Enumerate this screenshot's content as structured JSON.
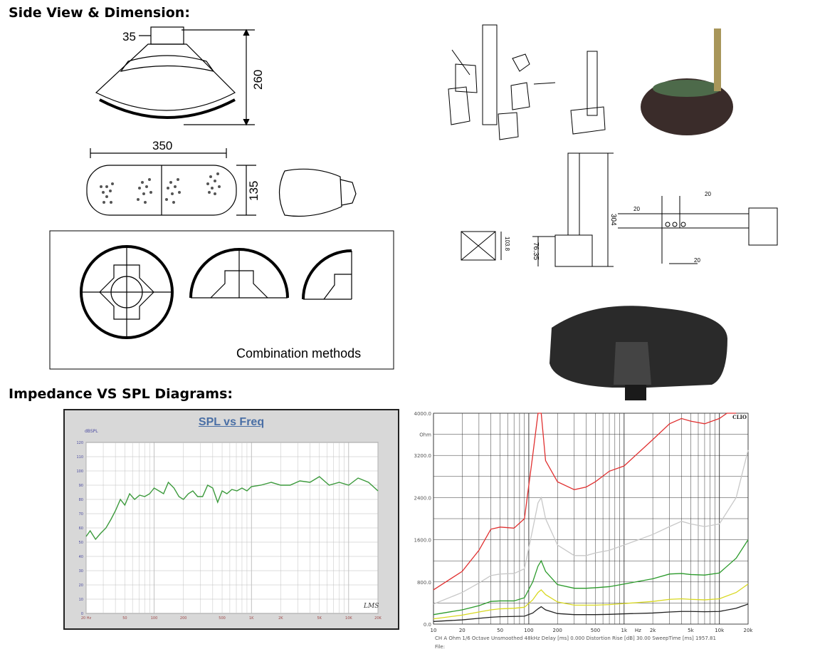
{
  "headings": {
    "side_view": "Side View & Dimension:",
    "impedance": "Impedance VS SPL Diagrams:"
  },
  "dimensions": {
    "d35": "35",
    "d260": "260",
    "d350": "350",
    "d135": "135",
    "combination": "Combination methods",
    "d304": "304",
    "d103": "103.8",
    "d76": "76.35",
    "d20a": "20",
    "d20b": "20",
    "d20c": "20"
  },
  "spl_chart": {
    "title": "SPL vs Freq",
    "y_unit": "dBSPL",
    "y_ticks": [
      "120",
      "110",
      "100",
      "90",
      "80",
      "70",
      "60",
      "50",
      "40",
      "30",
      "20",
      "10",
      "0"
    ],
    "x_ticks": [
      "20 Hz",
      "50",
      "100",
      "200",
      "500",
      "1K",
      "2K",
      "5K",
      "10K",
      "20K"
    ],
    "logo": "LMS",
    "colors": {
      "line": "#3c9a3c",
      "bg": "#dcdcdc",
      "title": "#4a6fa5"
    }
  },
  "clio_chart": {
    "brand": "CLIO",
    "y_unit": "Ohm",
    "y_ticks": [
      "4000.0",
      "3200.0",
      "2400.0",
      "1600.0",
      "800.0",
      "0.0"
    ],
    "x_ticks": [
      "10",
      "20",
      "50",
      "100",
      "200",
      "500",
      "1k",
      "Hz",
      "2k",
      "5k",
      "10k",
      "20k"
    ],
    "footer": "CH A  Ohm  1/6 Octave  Unsmoothed  48kHz  Delay [ms] 0.000  Distortion Rise [dB] 30.00  SweepTime [ms] 1957.81",
    "file": "File:",
    "colors": [
      "#e03030",
      "#c8c8c8",
      "#2a9a2a",
      "#d8d820",
      "#222222"
    ]
  },
  "chart_data": [
    {
      "type": "line",
      "title": "SPL vs Freq",
      "ylabel": "dBSPL",
      "xlabel": "",
      "x_scale": "log",
      "xlim": [
        20,
        20000
      ],
      "ylim": [
        0,
        120
      ],
      "grid": true,
      "series": [
        {
          "x": [
            20,
            22,
            25,
            28,
            32,
            36,
            40,
            45,
            50,
            56,
            63,
            71,
            80,
            90,
            100,
            112,
            125,
            140,
            160,
            180,
            200,
            225,
            250,
            280,
            315,
            355,
            400,
            450,
            500,
            560,
            630,
            710,
            800,
            900,
            1000,
            1250,
            1600,
            2000,
            2500,
            3150,
            4000,
            5000,
            6300,
            8000,
            10000,
            12500,
            16000,
            20000
          ],
          "values": [
            54,
            58,
            52,
            56,
            60,
            66,
            72,
            80,
            76,
            84,
            80,
            83,
            82,
            84,
            88,
            86,
            84,
            92,
            88,
            82,
            80,
            84,
            86,
            82,
            82,
            90,
            88,
            78,
            86,
            84,
            87,
            86,
            88,
            86,
            89,
            90,
            92,
            90,
            90,
            93,
            92,
            96,
            90,
            92,
            90,
            95,
            92,
            86
          ]
        }
      ]
    },
    {
      "type": "line",
      "title": "",
      "ylabel": "Ohm",
      "xlabel": "Hz",
      "x_scale": "log",
      "xlim": [
        10,
        20000
      ],
      "ylim": [
        0,
        4000
      ],
      "grid": true,
      "series": [
        {
          "x": [
            10,
            20,
            30,
            40,
            50,
            70,
            90,
            110,
            125,
            135,
            150,
            200,
            300,
            400,
            500,
            700,
            1000,
            2000,
            3000,
            4000,
            5000,
            7000,
            10000,
            12000,
            15000
          ],
          "values": [
            650,
            1000,
            1400,
            1800,
            1840,
            1820,
            2000,
            3200,
            4000,
            4000,
            3100,
            2700,
            2550,
            2600,
            2700,
            2900,
            3000,
            3500,
            3800,
            3900,
            3850,
            3800,
            3900,
            4000,
            4000
          ]
        },
        {
          "x": [
            10,
            20,
            30,
            40,
            50,
            70,
            90,
            110,
            125,
            135,
            150,
            200,
            300,
            400,
            500,
            700,
            1000,
            2000,
            3000,
            4000,
            5000,
            7000,
            10000,
            15000,
            20000
          ],
          "values": [
            380,
            600,
            780,
            920,
            950,
            960,
            1050,
            1800,
            2300,
            2400,
            2000,
            1500,
            1300,
            1300,
            1350,
            1400,
            1500,
            1700,
            1850,
            1950,
            1900,
            1850,
            1900,
            2400,
            3300
          ]
        },
        {
          "x": [
            10,
            20,
            30,
            40,
            50,
            70,
            90,
            110,
            125,
            135,
            150,
            200,
            300,
            400,
            500,
            700,
            1000,
            2000,
            3000,
            4000,
            5000,
            7000,
            10000,
            15000,
            20000
          ],
          "values": [
            180,
            270,
            350,
            430,
            440,
            440,
            500,
            800,
            1100,
            1200,
            1000,
            750,
            680,
            680,
            690,
            710,
            760,
            860,
            950,
            960,
            940,
            930,
            970,
            1250,
            1600
          ]
        },
        {
          "x": [
            10,
            20,
            30,
            40,
            50,
            70,
            90,
            110,
            125,
            135,
            150,
            200,
            300,
            400,
            500,
            700,
            1000,
            2000,
            3000,
            4000,
            5000,
            7000,
            10000,
            15000,
            20000
          ],
          "values": [
            100,
            170,
            230,
            270,
            290,
            300,
            320,
            460,
            600,
            650,
            560,
            420,
            360,
            360,
            360,
            370,
            390,
            430,
            470,
            480,
            470,
            460,
            480,
            600,
            760
          ]
        },
        {
          "x": [
            10,
            20,
            30,
            40,
            50,
            70,
            90,
            110,
            125,
            135,
            150,
            200,
            300,
            400,
            500,
            700,
            1000,
            2000,
            3000,
            4000,
            5000,
            7000,
            10000,
            15000,
            20000
          ],
          "values": [
            50,
            80,
            110,
            130,
            140,
            145,
            150,
            210,
            290,
            330,
            270,
            200,
            180,
            180,
            180,
            185,
            195,
            210,
            230,
            240,
            240,
            235,
            240,
            300,
            380
          ]
        }
      ]
    }
  ]
}
